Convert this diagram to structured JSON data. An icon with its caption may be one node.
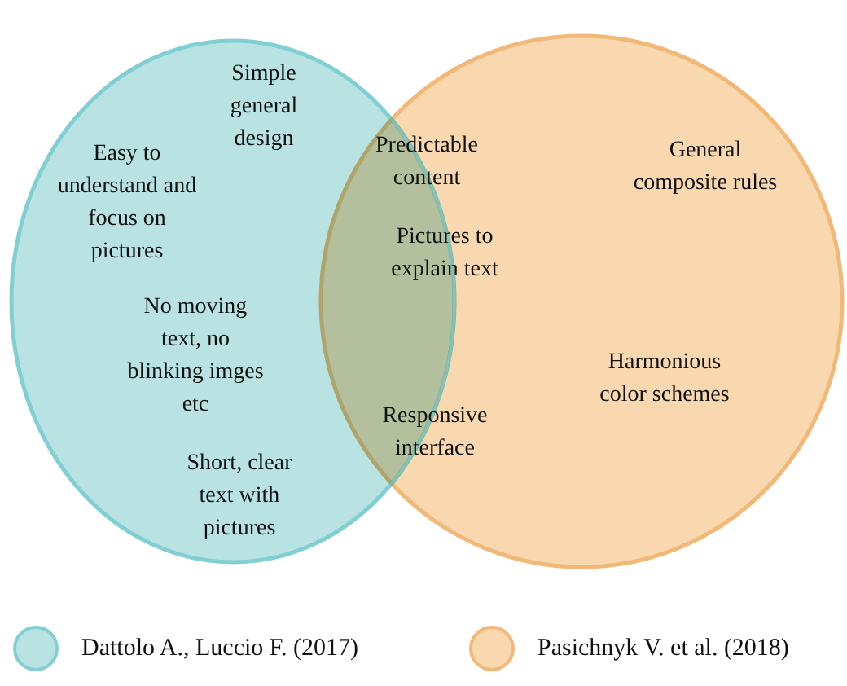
{
  "diagram": {
    "labels": [
      "Simple general design",
      "Easy to understand and focus on pictures",
      "Predictable content",
      "General composite rules",
      "Pictures to explain text",
      "No moving text, no blinking imges etc",
      "Harmonious color schemes",
      "Responsive interface",
      "Short, clear text with pictures"
    ],
    "legend": [
      {
        "text": "Dattolo A., Luccio F. (2017)",
        "color": "#b9e3e3"
      },
      {
        "text": "Pasichnyk V. et al. (2018)",
        "color": "#f9d8b0"
      }
    ]
  }
}
